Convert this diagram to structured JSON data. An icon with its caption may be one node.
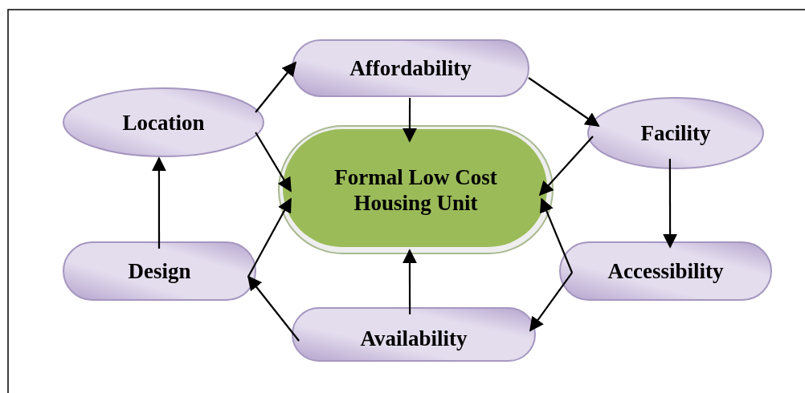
{
  "diagram": {
    "nodes": [
      {
        "text": [
          "Affordability"
        ]
      },
      {
        "text": [
          "Location"
        ]
      },
      {
        "text": [
          "Formal Low Cost Housing Unit"
        ]
      },
      {
        "text": [
          "Facility"
        ]
      },
      {
        "text": [
          "Design"
        ]
      },
      {
        "text": [
          "Accessibility"
        ]
      },
      {
        "text": [
          "Availability"
        ]
      }
    ],
    "edges": [
      {
        "from": 1,
        "to": 0,
        "arrow": "to"
      },
      {
        "from": 1,
        "to": 2,
        "arrow": "to"
      },
      {
        "from": 0,
        "to": 2,
        "arrow": "to"
      },
      {
        "from": 0,
        "to": 3,
        "arrow": "to"
      },
      {
        "from": 3,
        "to": 2,
        "arrow": "to"
      },
      {
        "from": 3,
        "to": 5,
        "arrow": "to"
      },
      {
        "from": 5,
        "to": 2,
        "arrow": "to"
      },
      {
        "from": 5,
        "to": 6,
        "arrow": "to"
      },
      {
        "from": 6,
        "to": 2,
        "arrow": "to"
      },
      {
        "from": 6,
        "to": 4,
        "arrow": "to"
      },
      {
        "from": 4,
        "to": 2,
        "arrow": "to"
      },
      {
        "from": 4,
        "to": 1,
        "arrow": "to"
      }
    ]
  }
}
